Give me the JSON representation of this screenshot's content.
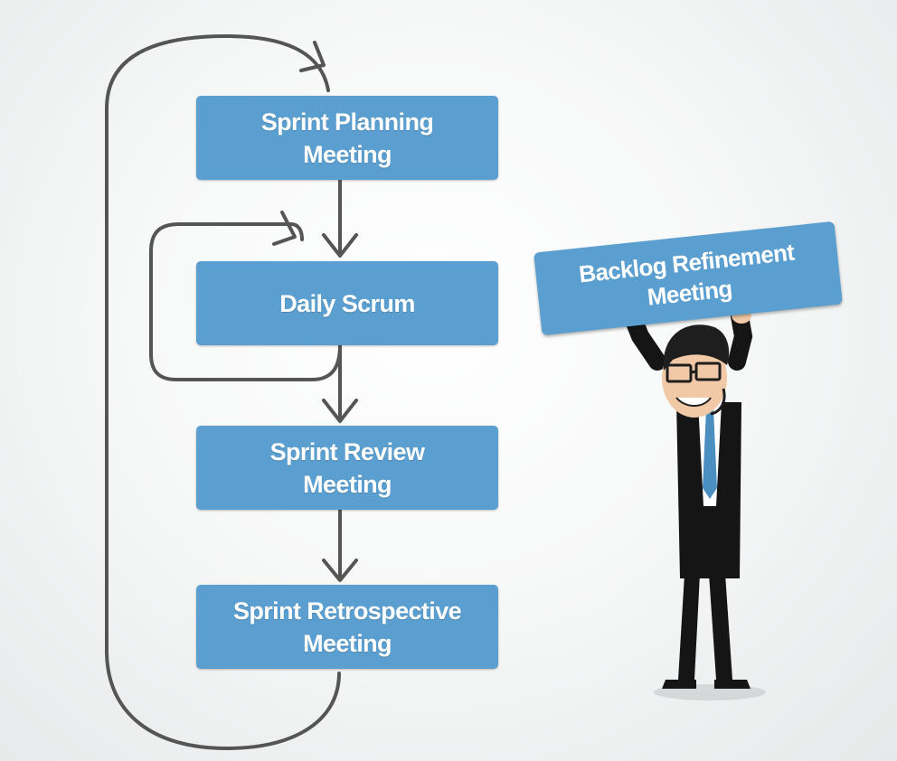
{
  "diagram": {
    "steps": [
      {
        "id": "sprint-planning",
        "label": "Sprint Planning\nMeeting"
      },
      {
        "id": "daily-scrum",
        "label": "Daily Scrum"
      },
      {
        "id": "sprint-review",
        "label": "Sprint Review\nMeeting"
      },
      {
        "id": "sprint-retrospective",
        "label": "Sprint Retrospective\nMeeting"
      }
    ],
    "side_note": {
      "label": "Backlog Refinement\nMeeting"
    }
  },
  "colors": {
    "box_fill": "#5b9fd0",
    "box_text": "#ffffff",
    "connector": "#555555",
    "suit": "#151515",
    "shirt": "#ffffff",
    "tie": "#4a8fc0",
    "skin": "#f2c9a6",
    "hair": "#1e1e1e"
  }
}
